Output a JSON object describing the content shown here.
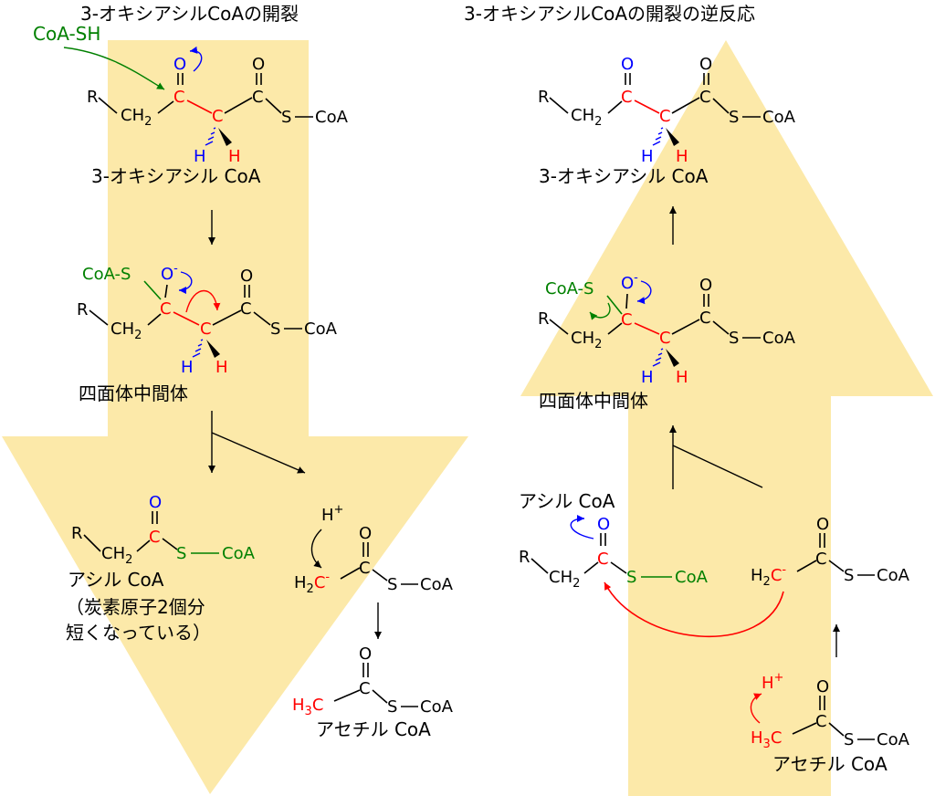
{
  "colors": {
    "arrow_fill": "#fce9a9",
    "carbonyl": "#0000ff",
    "alpha_carbon": "#ff0000",
    "coenzyme_a": "#008000"
  },
  "left_panel": {
    "title": "3-オキシアシルCoAの開裂",
    "reagent": "CoA-SH",
    "start_name": "3-オキシアシル CoA",
    "intermediate_name": "四面体中間体",
    "intermediate_sub": "CoA-S",
    "product_name": "アシル CoA",
    "product_note_1": "（炭素原子2個分",
    "product_note_2": "短くなっている）",
    "proton": "H",
    "acetyl_name": "アセチル CoA"
  },
  "right_panel": {
    "title": "3-オキシアシルCoAの開裂の逆反応",
    "start_name": "3-オキシアシル CoA",
    "intermediate_name": "四面体中間体",
    "intermediate_sub": "CoA-S",
    "acyl_name": "アシル CoA",
    "proton": "H",
    "acetyl_name": "アセチル CoA"
  },
  "atoms": {
    "R": "R",
    "C": "C",
    "O": "O",
    "H": "H",
    "S": "S",
    "CoA": "CoA",
    "CH": "CH",
    "H3C_H": "H",
    "H3C_C": "C",
    "sub2": "2",
    "sub3": "3",
    "plus": "+",
    "minus": "-"
  }
}
